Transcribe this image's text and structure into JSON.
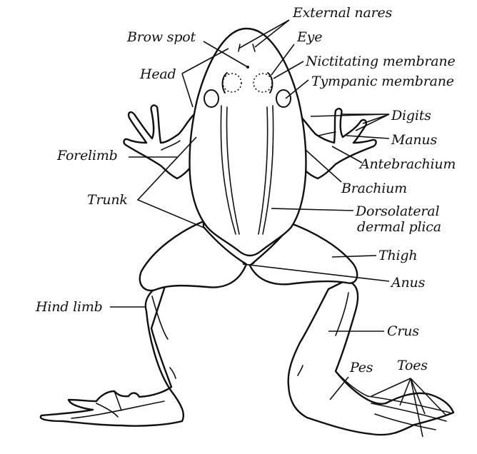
{
  "diagram": {
    "subject": "Frog external anatomy (dorsal view)",
    "colors": {
      "ink": "#111111",
      "background": "#ffffff"
    },
    "labels": {
      "external_nares": "External nares",
      "brow_spot": "Brow spot",
      "eye": "Eye",
      "nictitating_membrane": "Nictitating membrane",
      "head": "Head",
      "tympanic_membrane": "Tympanic membrane",
      "digits": "Digits",
      "manus": "Manus",
      "forelimb": "Forelimb",
      "antebrachium": "Antebrachium",
      "brachium": "Brachium",
      "trunk": "Trunk",
      "dorsolateral_line1": "Dorsolateral",
      "dorsolateral_line2": "dermal plica",
      "thigh": "Thigh",
      "anus": "Anus",
      "hind_limb": "Hind limb",
      "crus": "Crus",
      "pes": "Pes",
      "toes": "Toes"
    }
  }
}
